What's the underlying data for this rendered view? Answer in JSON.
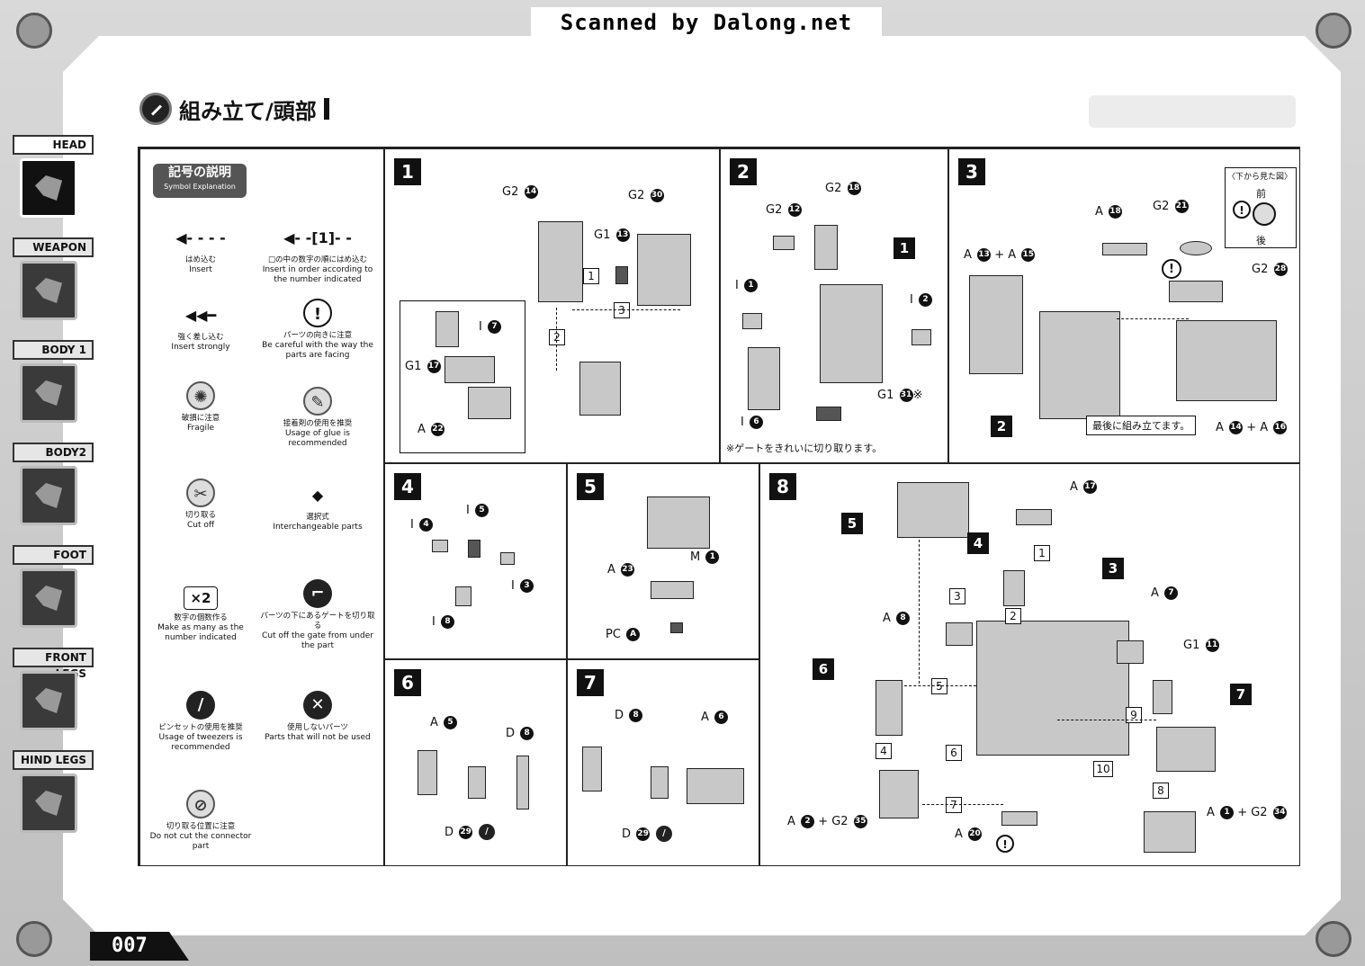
{
  "header": {
    "scan_banner": "Scanned by Dalong.net"
  },
  "section": {
    "title": "組み立て/頭部"
  },
  "sidebar": {
    "tabs": [
      {
        "label": "HEAD",
        "icon": "head-icon"
      },
      {
        "label": "WEAPON",
        "icon": "weapon-icon"
      },
      {
        "label": "BODY 1",
        "icon": "body1-icon"
      },
      {
        "label": "BODY2",
        "icon": "body2-icon"
      },
      {
        "label": "FOOT",
        "icon": "foot-icon"
      },
      {
        "label": "FRONT LEGS",
        "icon": "front-legs-icon"
      },
      {
        "label": "HIND LEGS",
        "icon": "hind-legs-icon"
      }
    ]
  },
  "page_number": "007",
  "legend": {
    "title_jp": "記号の説明",
    "title_en": "Symbol Explanation",
    "items": [
      {
        "symbol": "◀- - - -",
        "jp": "はめ込む",
        "en": "Insert"
      },
      {
        "symbol": "◀- -[1]- -",
        "jp": "□の中の数字の順にはめ込む",
        "en": "Insert in order according to the number indicated"
      },
      {
        "symbol": "◀◀━",
        "jp": "強く差し込む",
        "en": "Insert strongly"
      },
      {
        "symbol": "!",
        "jp": "パーツの向きに注意",
        "en": "Be careful with the way the parts are facing"
      },
      {
        "symbol": "✺",
        "jp": "破損に注意",
        "en": "Fragile"
      },
      {
        "symbol": "✎",
        "jp": "接着剤の使用を推奨",
        "en": "Usage of glue is recommended"
      },
      {
        "symbol": "✂",
        "jp": "切り取る",
        "en": "Cut off"
      },
      {
        "symbol": "◆",
        "jp": "選択式",
        "en": "Interchangeable parts"
      },
      {
        "symbol": "×2",
        "jp": "数字の個数作る",
        "en": "Make as many as the number indicated"
      },
      {
        "symbol": "⌐",
        "jp": "パーツの下にあるゲートを切り取る",
        "en": "Cut off the gate from under the part"
      },
      {
        "symbol": "/",
        "jp": "ピンセットの使用を推奨",
        "en": "Usage of tweezers is recommended"
      },
      {
        "symbol": "✕",
        "jp": "使用しないパーツ",
        "en": "Parts that will not be used"
      },
      {
        "symbol": "⊘",
        "jp": "切り取る位置に注意",
        "en": "Do not cut the connector part"
      }
    ]
  },
  "steps": {
    "s1": {
      "num": "1",
      "labels": [
        "G2",
        "14",
        "G2",
        "30",
        "G1",
        "13",
        "I",
        "7",
        "G1",
        "17",
        "A",
        "22"
      ],
      "orders": [
        "1",
        "3",
        "2"
      ]
    },
    "s2": {
      "num": "2",
      "labels": [
        "G2",
        "18",
        "G2",
        "12",
        "I",
        "1",
        "I",
        "2",
        "I",
        "6",
        "G1",
        "31"
      ],
      "ref": "1",
      "note": "※ゲートをきれいに切り取ります。",
      "mark": "※"
    },
    "s3": {
      "num": "3",
      "inset_title": "〈下から見た図〉",
      "front": "前",
      "back": "後",
      "labels": [
        "A",
        "18",
        "G2",
        "21",
        "A",
        "13",
        "A",
        "15",
        "G2",
        "28",
        "A",
        "14",
        "A",
        "16"
      ],
      "plus": "+",
      "ref": "2",
      "note": "最後に組み立てます。"
    },
    "s4": {
      "num": "4",
      "labels": [
        "I",
        "4",
        "I",
        "5",
        "I",
        "3",
        "I",
        "8"
      ]
    },
    "s5": {
      "num": "5",
      "labels": [
        "M",
        "1",
        "A",
        "23",
        "PC",
        "A"
      ]
    },
    "s6": {
      "num": "6",
      "labels": [
        "A",
        "5",
        "D",
        "8",
        "D",
        "29"
      ]
    },
    "s7": {
      "num": "7",
      "labels": [
        "D",
        "8",
        "A",
        "6",
        "D",
        "29"
      ]
    },
    "s8": {
      "num": "8",
      "refs": [
        "5",
        "4",
        "3",
        "6",
        "7"
      ],
      "orders": [
        "1",
        "2",
        "3",
        "5",
        "4",
        "6",
        "7",
        "9",
        "10",
        "8"
      ],
      "labels": [
        "A",
        "17",
        "A",
        "7",
        "A",
        "8",
        "G1",
        "11",
        "A",
        "2",
        "G2",
        "35",
        "A",
        "20",
        "A",
        "1",
        "G2",
        "34"
      ],
      "plus": "+"
    }
  }
}
